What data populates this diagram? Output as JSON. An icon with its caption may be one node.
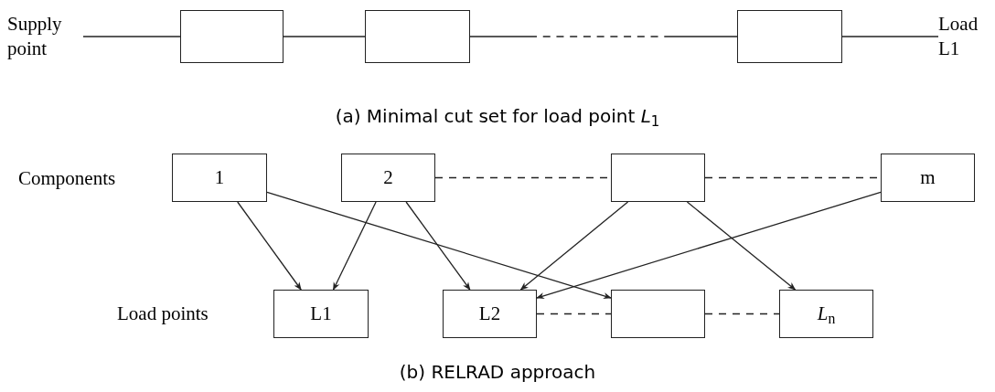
{
  "diagram": {
    "nodes": [
      {
        "text": [
          "Supply point"
        ]
      },
      {
        "text": [],
        "shape": "box"
      },
      {
        "text": [],
        "shape": "box"
      },
      {
        "text": [],
        "shape": "box"
      },
      {
        "text": [
          "Load L1"
        ]
      },
      {
        "text": [
          "1"
        ]
      },
      {
        "text": [
          "2"
        ]
      },
      {
        "text": [],
        "shape": "box"
      },
      {
        "text": [
          "m"
        ]
      },
      {
        "text": [
          "L1"
        ]
      },
      {
        "text": [
          "L2"
        ]
      },
      {
        "text": [],
        "shape": "box"
      },
      {
        "text": [
          "*L*$_{n}$"
        ]
      }
    ],
    "edges": [
      {
        "from": 0,
        "to": 1,
        "arrow": "none"
      },
      {
        "from": 1,
        "to": 2,
        "arrow": "none"
      },
      {
        "from": 2,
        "to": 3,
        "arrow": "none",
        "style": "dashed"
      },
      {
        "from": 3,
        "to": 4,
        "arrow": "none"
      },
      {
        "from": 6,
        "to": 7,
        "arrow": "none",
        "style": "dashed"
      },
      {
        "from": 7,
        "to": 8,
        "arrow": "none",
        "style": "dashed"
      },
      {
        "from": 5,
        "to": 9,
        "arrow": "to"
      },
      {
        "from": 5,
        "to": 11,
        "arrow": "to"
      },
      {
        "from": 6,
        "to": 9,
        "arrow": "to"
      },
      {
        "from": 6,
        "to": 10,
        "arrow": "to"
      },
      {
        "from": 7,
        "to": 10,
        "arrow": "to"
      },
      {
        "from": 7,
        "to": 12,
        "arrow": "to"
      },
      {
        "from": 8,
        "to": 10,
        "arrow": "to"
      },
      {
        "from": 10,
        "to": 11,
        "arrow": "none",
        "style": "dashed"
      },
      {
        "from": 11,
        "to": 12,
        "arrow": "none",
        "style": "dashed"
      }
    ],
    "labels": [
      "(a) Minimal cut set for load point *L*$_{1}$",
      "Components",
      "Load points",
      "(b) RELRAD approach"
    ]
  }
}
